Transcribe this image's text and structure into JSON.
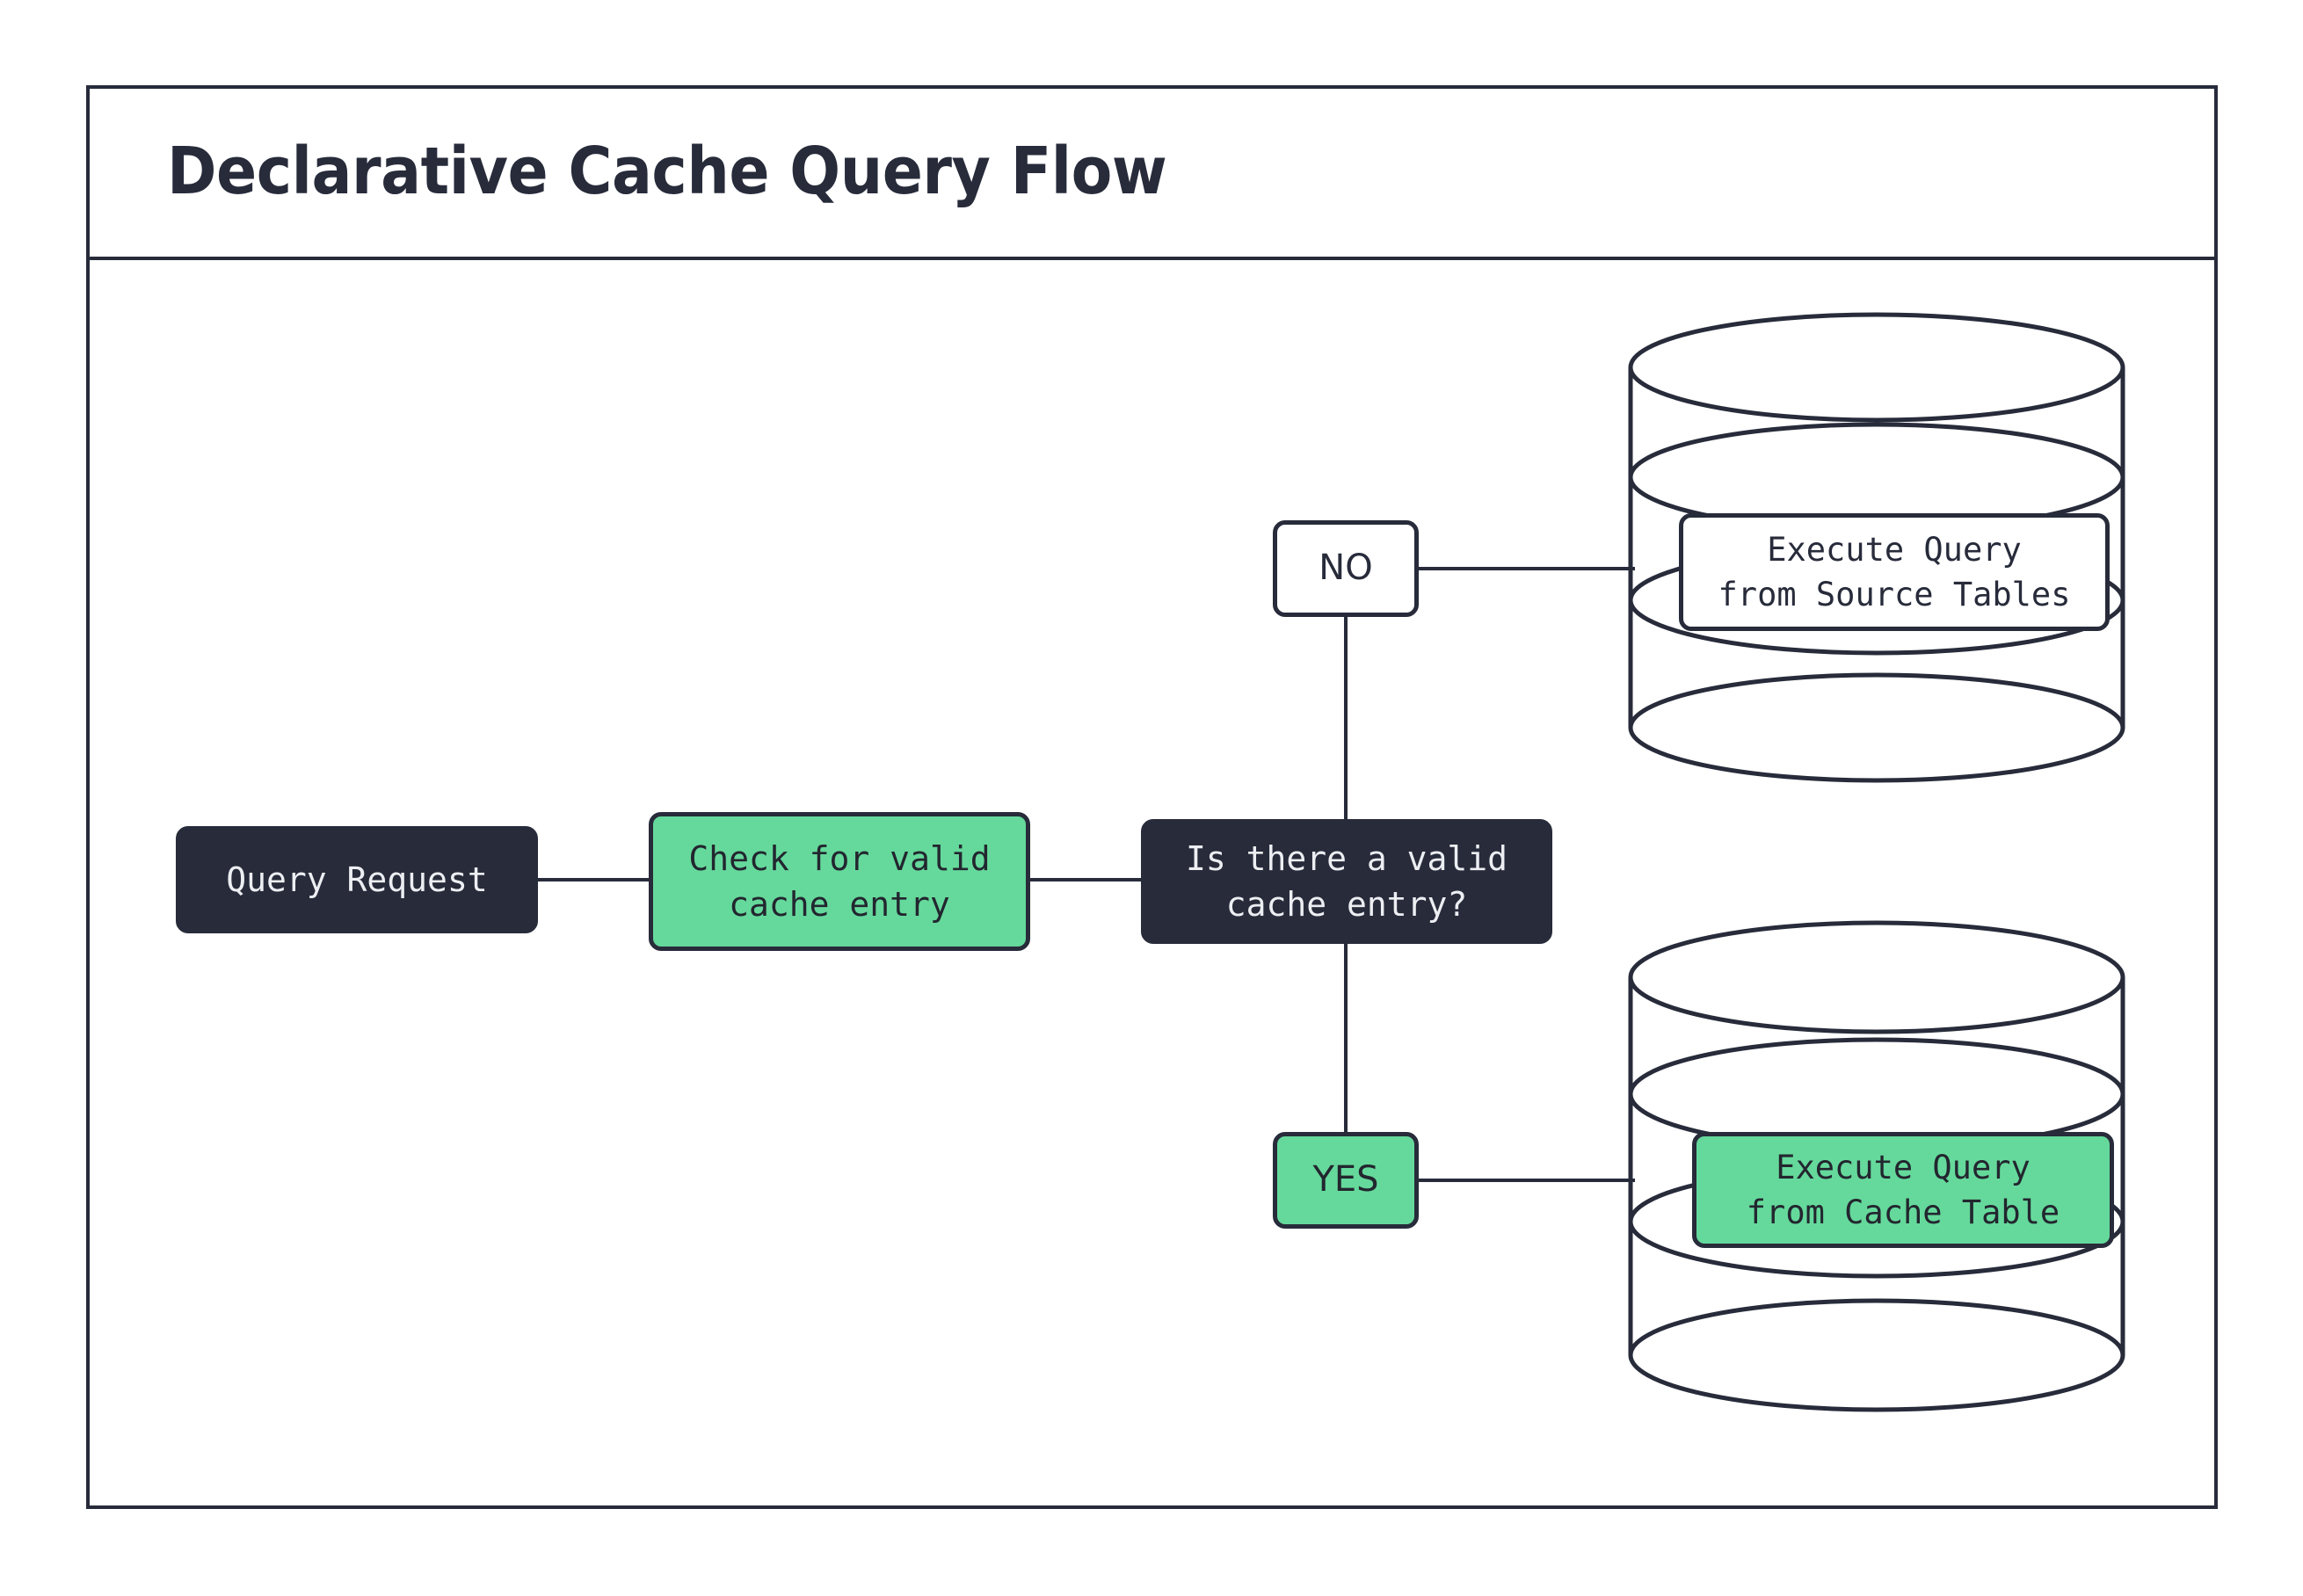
{
  "header": {
    "title": "Declarative Cache Query Flow"
  },
  "colors": {
    "ink": "#272b3a",
    "green": "#65d99b",
    "paper": "#ffffff",
    "light_text": "#eceef2"
  },
  "diagram": {
    "type": "flowchart",
    "nodes": [
      {
        "id": "query-request",
        "label": "Query Request",
        "shape": "rounded-rect",
        "style": "dark"
      },
      {
        "id": "check-cache",
        "label": "Check for valid\ncache entry",
        "shape": "rounded-rect",
        "style": "green"
      },
      {
        "id": "decision",
        "label": "Is there a valid\ncache entry?",
        "shape": "rounded-rect",
        "style": "dark"
      },
      {
        "id": "execute-source",
        "label": "Execute Query\nfrom Source Tables",
        "shape": "rounded-rect-on-cylinder",
        "style": "white"
      },
      {
        "id": "execute-cache",
        "label": "Execute Query\nfrom Cache Table",
        "shape": "rounded-rect-on-cylinder",
        "style": "green"
      }
    ],
    "branch_labels": [
      {
        "id": "no",
        "label": "NO",
        "style": "white"
      },
      {
        "id": "yes",
        "label": "YES",
        "style": "green"
      }
    ],
    "databases": [
      {
        "id": "source-tables-db",
        "style": "stacked-cylinder"
      },
      {
        "id": "cache-table-db",
        "style": "stacked-cylinder"
      }
    ],
    "edges": [
      {
        "from": "query-request",
        "to": "check-cache",
        "label": ""
      },
      {
        "from": "check-cache",
        "to": "decision",
        "label": ""
      },
      {
        "from": "decision",
        "to": "execute-source",
        "label": "NO"
      },
      {
        "from": "decision",
        "to": "execute-cache",
        "label": "YES"
      }
    ]
  }
}
